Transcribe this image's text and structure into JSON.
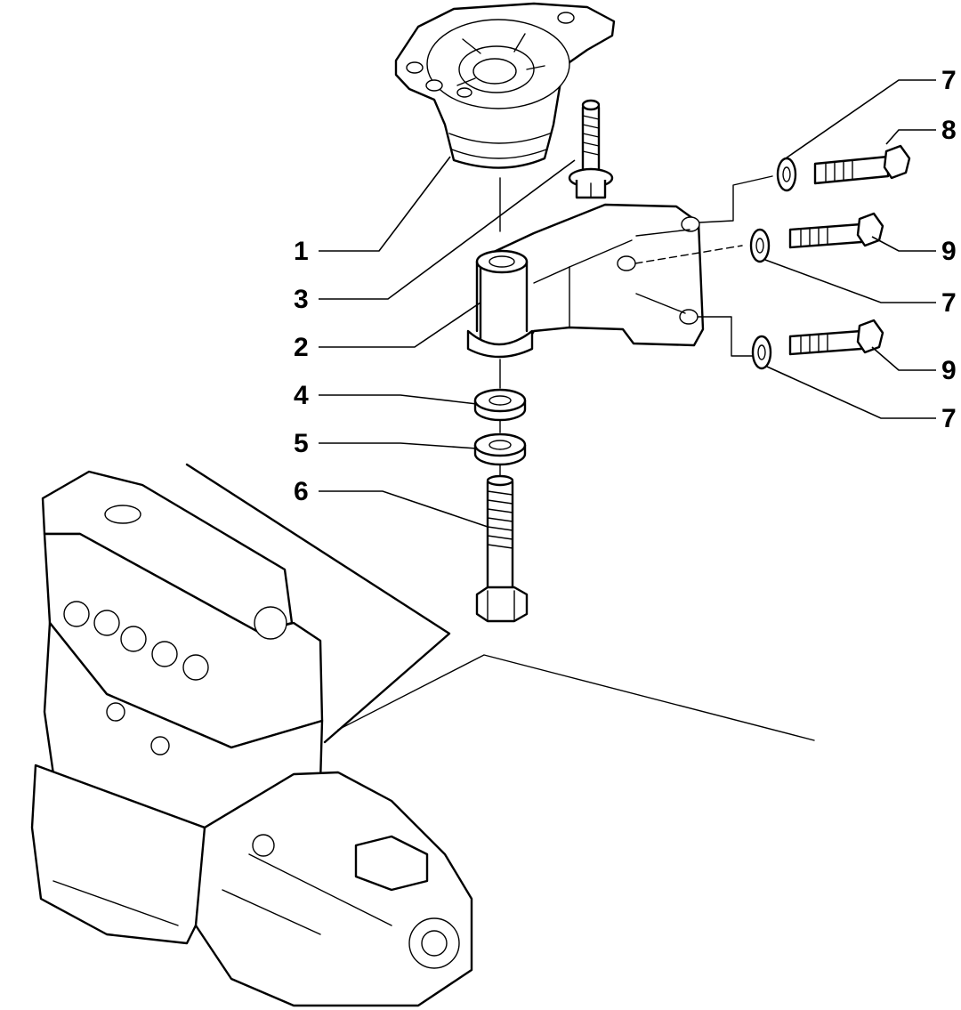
{
  "diagram": {
    "callouts": [
      {
        "id": "c1",
        "text": "1"
      },
      {
        "id": "c3",
        "text": "3"
      },
      {
        "id": "c2",
        "text": "2"
      },
      {
        "id": "c4",
        "text": "4"
      },
      {
        "id": "c5",
        "text": "5"
      },
      {
        "id": "c6",
        "text": "6"
      },
      {
        "id": "c7a",
        "text": "7"
      },
      {
        "id": "c8",
        "text": "8"
      },
      {
        "id": "c9a",
        "text": "9"
      },
      {
        "id": "c7b",
        "text": "7"
      },
      {
        "id": "c9b",
        "text": "9"
      },
      {
        "id": "c7c",
        "text": "7"
      }
    ]
  }
}
